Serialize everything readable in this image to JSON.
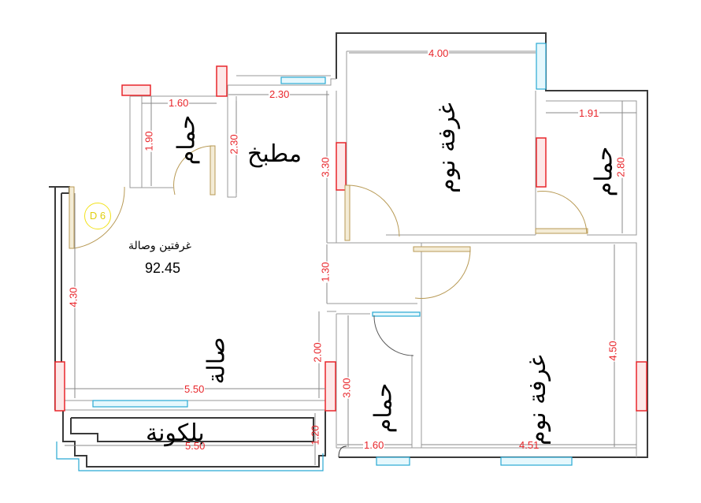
{
  "plan": {
    "summary_label": "غرفتين وصالة",
    "total_area": "92.45",
    "door_tag": "D 6"
  },
  "rooms": {
    "bath_top_left": "حمام",
    "kitchen": "مطبخ",
    "bedroom_top": "غرفة نوم",
    "bath_top_right": "حمام",
    "living": "صالة",
    "balcony": "بلكونة",
    "bath_bottom": "حمام",
    "bedroom_bottom": "غرفة نوم"
  },
  "dimensions": {
    "bath_top_left_w": "1.60",
    "bath_top_left_h": "1.90",
    "kitchen_w": "2.30",
    "kitchen_h": "2.30",
    "corridor_top": "3.30",
    "bedroom_top_w": "4.00",
    "bath_top_right_w": "1.91",
    "bath_top_right_h": "2.80",
    "living_h": "4.30",
    "corridor_mid": "1.30",
    "living_right": "2.00",
    "living_w": "5.50",
    "balcony_w": "5.50",
    "balcony_h": "1.20",
    "bath_bottom_h": "3.00",
    "bath_bottom_w": "1.60",
    "bedroom_bottom_w": "4.51",
    "bedroom_bottom_h": "4.50"
  },
  "colors": {
    "dimension": "#e8262b",
    "column": "#e8262b",
    "window": "#29a9d3",
    "door": "#b89a55",
    "tag": "#f2e21b",
    "wall": "#3a3a3a"
  }
}
